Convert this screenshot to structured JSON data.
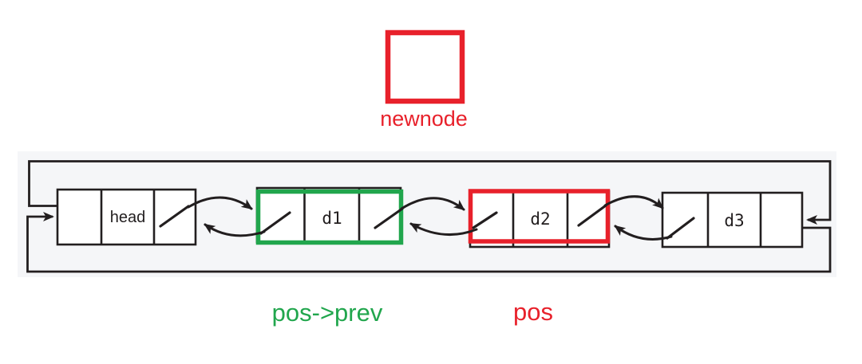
{
  "labels": {
    "newnode": "newnode",
    "pos_prev": "pos->prev",
    "pos": "pos"
  },
  "nodes": [
    {
      "id": "head",
      "label": "head"
    },
    {
      "id": "d1",
      "label": "d1"
    },
    {
      "id": "d2",
      "label": "d2"
    },
    {
      "id": "d3",
      "label": "d3"
    }
  ],
  "colors": {
    "line": "#221e1f",
    "red": "#e8212b",
    "green": "#21a64d",
    "panel": "#f5f6f8",
    "node_fill": "#ffffff",
    "background": "#ffffff"
  }
}
